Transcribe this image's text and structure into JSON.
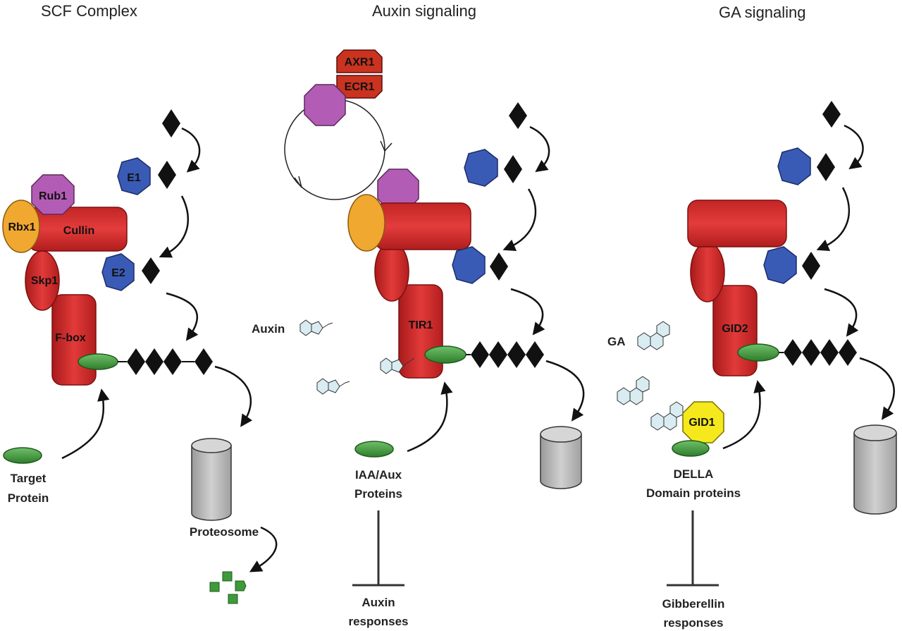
{
  "panels": {
    "scf": {
      "title": "SCF Complex"
    },
    "auxin": {
      "title": "Auxin signaling"
    },
    "ga": {
      "title": "GA signaling"
    }
  },
  "labels": {
    "rub1": "Rub1",
    "rbx1": "Rbx1",
    "cullin": "Cullin",
    "skp1": "Skp1",
    "fbox": "F-box",
    "e1": "E1",
    "e2": "E2",
    "target_protein_line1": "Target",
    "target_protein_line2": "Protein",
    "proteosome": "Proteosome",
    "axr1": "AXR1",
    "ecr1": "ECR1",
    "auxin": "Auxin",
    "tir1": "TIR1",
    "iaa_line1": "IAA/Aux",
    "iaa_line2": "Proteins",
    "auxin_responses_line1": "Auxin",
    "auxin_responses_line2": "responses",
    "ga": "GA",
    "gid2": "GID2",
    "gid1": "GID1",
    "della_line1": "DELLA",
    "della_line2": "Domain proteins",
    "gibberellin_line1": "Gibberellin",
    "gibberellin_line2": "responses"
  },
  "colors": {
    "red": "#d32a2a",
    "orange": "#f0a830",
    "purple": "#b35cb5",
    "blue": "#3a5bb5",
    "green": "#3e9a3a",
    "gray": "#b8b8b8",
    "yellow": "#f5e81c",
    "light_blue": "#d8ecf2"
  }
}
